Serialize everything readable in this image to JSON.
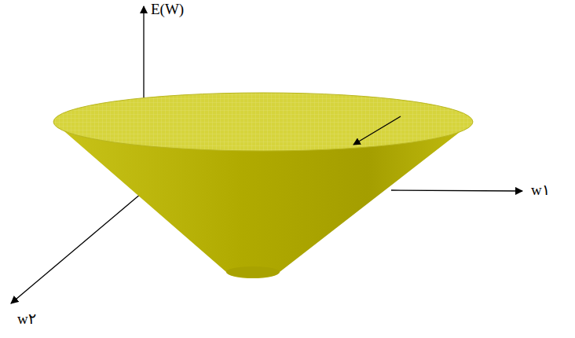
{
  "diagram": {
    "labels": [
      "E(W)",
      "w۱",
      "w۲"
    ]
  }
}
